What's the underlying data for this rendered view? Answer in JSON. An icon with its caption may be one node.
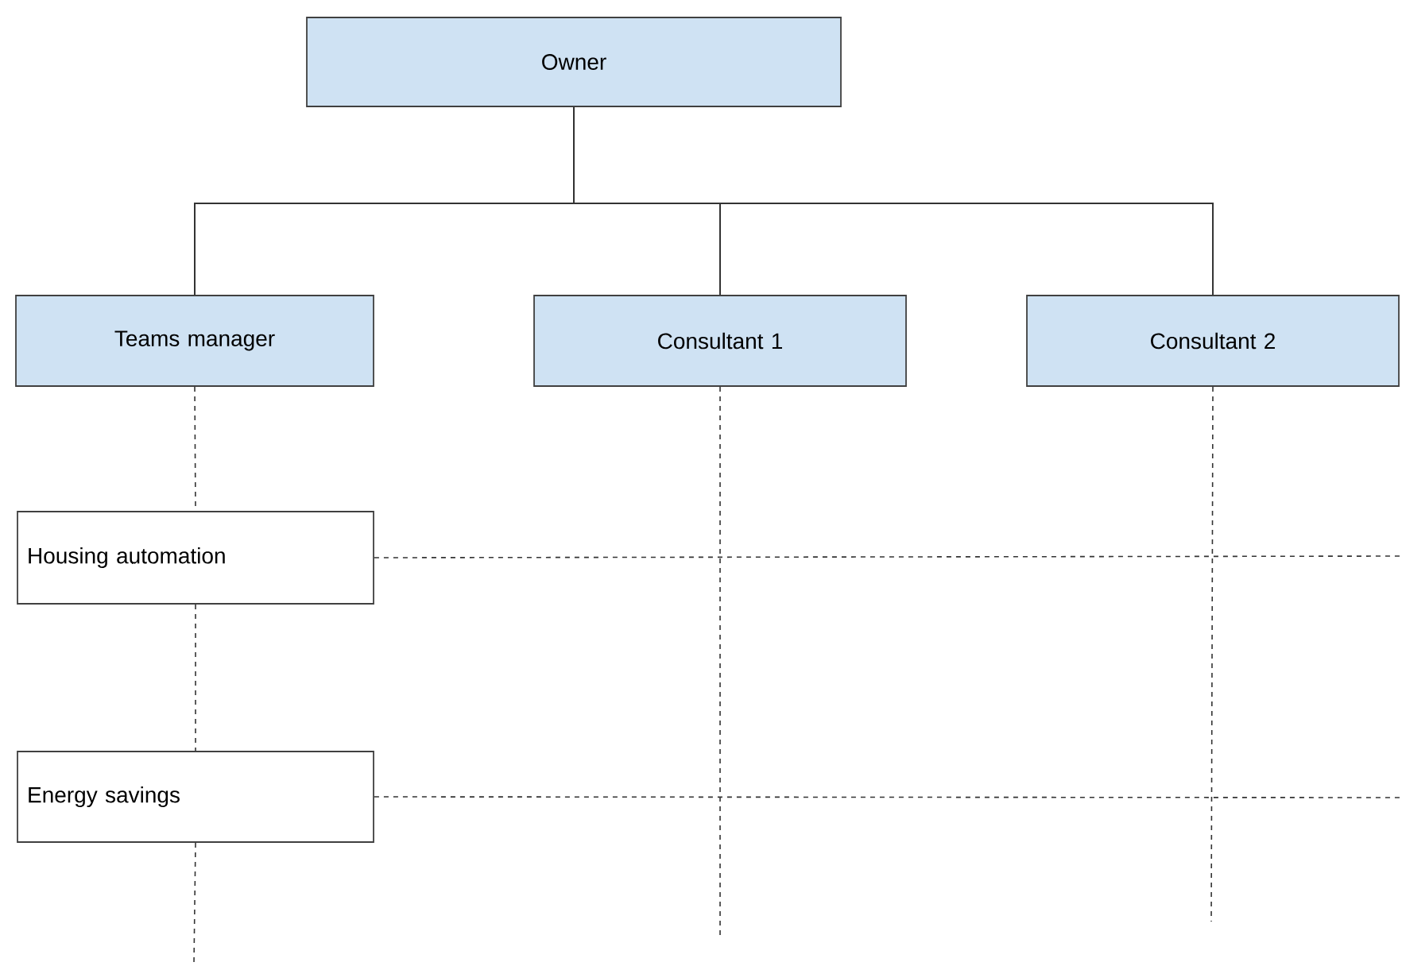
{
  "diagram": {
    "nodes": [
      {
        "text": [
          "Owner"
        ]
      },
      {
        "text": [
          "Teams manager"
        ]
      },
      {
        "text": [
          "Consultant 1"
        ]
      },
      {
        "text": [
          "Consultant 2"
        ]
      },
      {
        "text": [
          "Housing automation"
        ]
      },
      {
        "text": [
          "Energy savings"
        ]
      }
    ],
    "edges": [
      {
        "from": 0,
        "to": 1,
        "arrow": "none"
      },
      {
        "from": 0,
        "to": 2,
        "arrow": "none"
      },
      {
        "from": 0,
        "to": 3,
        "arrow": "none"
      },
      {
        "from": 1,
        "to": 4,
        "arrow": "none",
        "style": "dashed"
      },
      {
        "from": 4,
        "to": 5,
        "arrow": "none",
        "style": "dashed"
      },
      {
        "from": 5,
        "to": null,
        "arrow": "none",
        "style": "dashed"
      },
      {
        "from": 2,
        "to": null,
        "arrow": "none",
        "style": "dashed"
      },
      {
        "from": 3,
        "to": null,
        "arrow": "none",
        "style": "dashed"
      },
      {
        "from": 4,
        "to": null,
        "arrow": "none",
        "style": "dashed"
      },
      {
        "from": 5,
        "to": null,
        "arrow": "none",
        "style": "dashed"
      }
    ]
  }
}
